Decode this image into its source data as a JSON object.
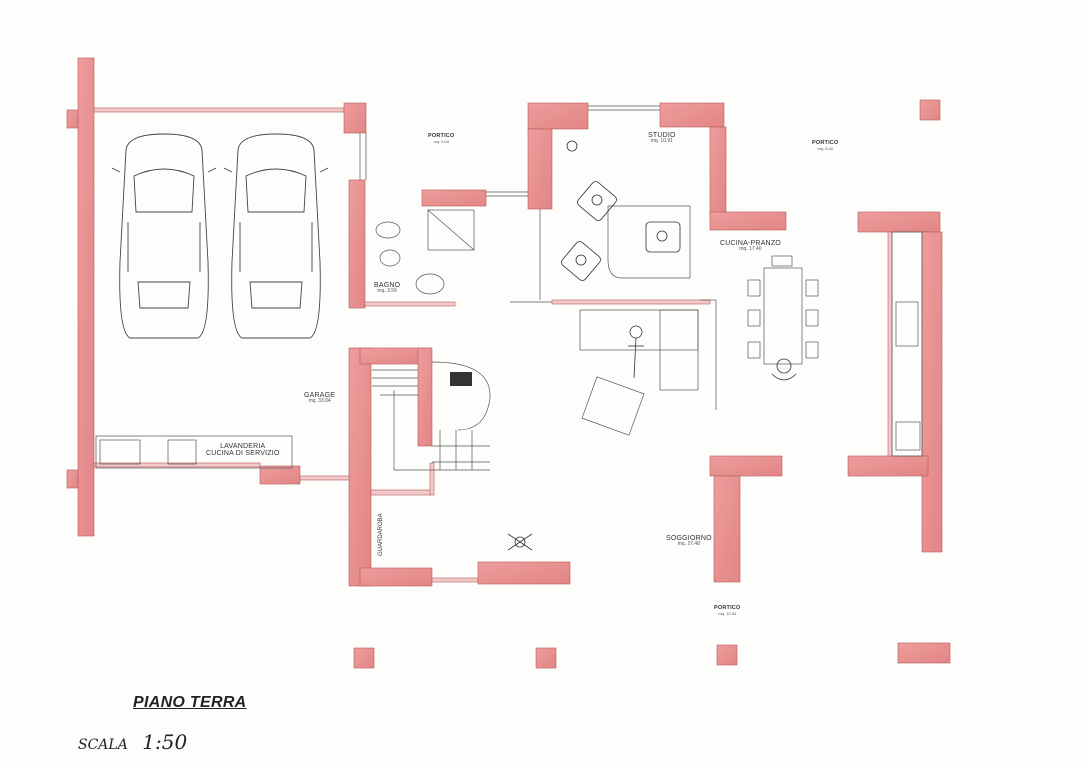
{
  "title": "PIANO TERRA",
  "scale": {
    "label": "SCALA",
    "value": "1:50"
  },
  "rooms": {
    "portico_top": {
      "name": "PORTICO",
      "area": "mq. 5.04"
    },
    "portico_right": {
      "name": "PORTICO",
      "area": "mq. 8.40"
    },
    "portico_bottom": {
      "name": "PORTICO",
      "area": "mq. 10.34"
    },
    "studio": {
      "name": "STUDIO",
      "area": "mq. 10.91"
    },
    "bagno": {
      "name": "BAGNO",
      "area": "mq. 3.56"
    },
    "cucina_pranzo": {
      "name": "CUCINA-PRANZO",
      "area": "mq. 17.40"
    },
    "garage": {
      "name": "GARAGE",
      "area": "mq. 33.04"
    },
    "lavanderia": {
      "name": "LAVANDERIA",
      "sub": "CUCINA DI SERVIZIO"
    },
    "soggiorno": {
      "name": "SOGGIORNO",
      "area": "mq. 27.48"
    },
    "guardaroba": {
      "name": "GUARDAROBA"
    }
  },
  "colors": {
    "wall": "#e89090",
    "wall_edge": "#c66",
    "line": "#555",
    "paper": "#fdfdfb"
  }
}
